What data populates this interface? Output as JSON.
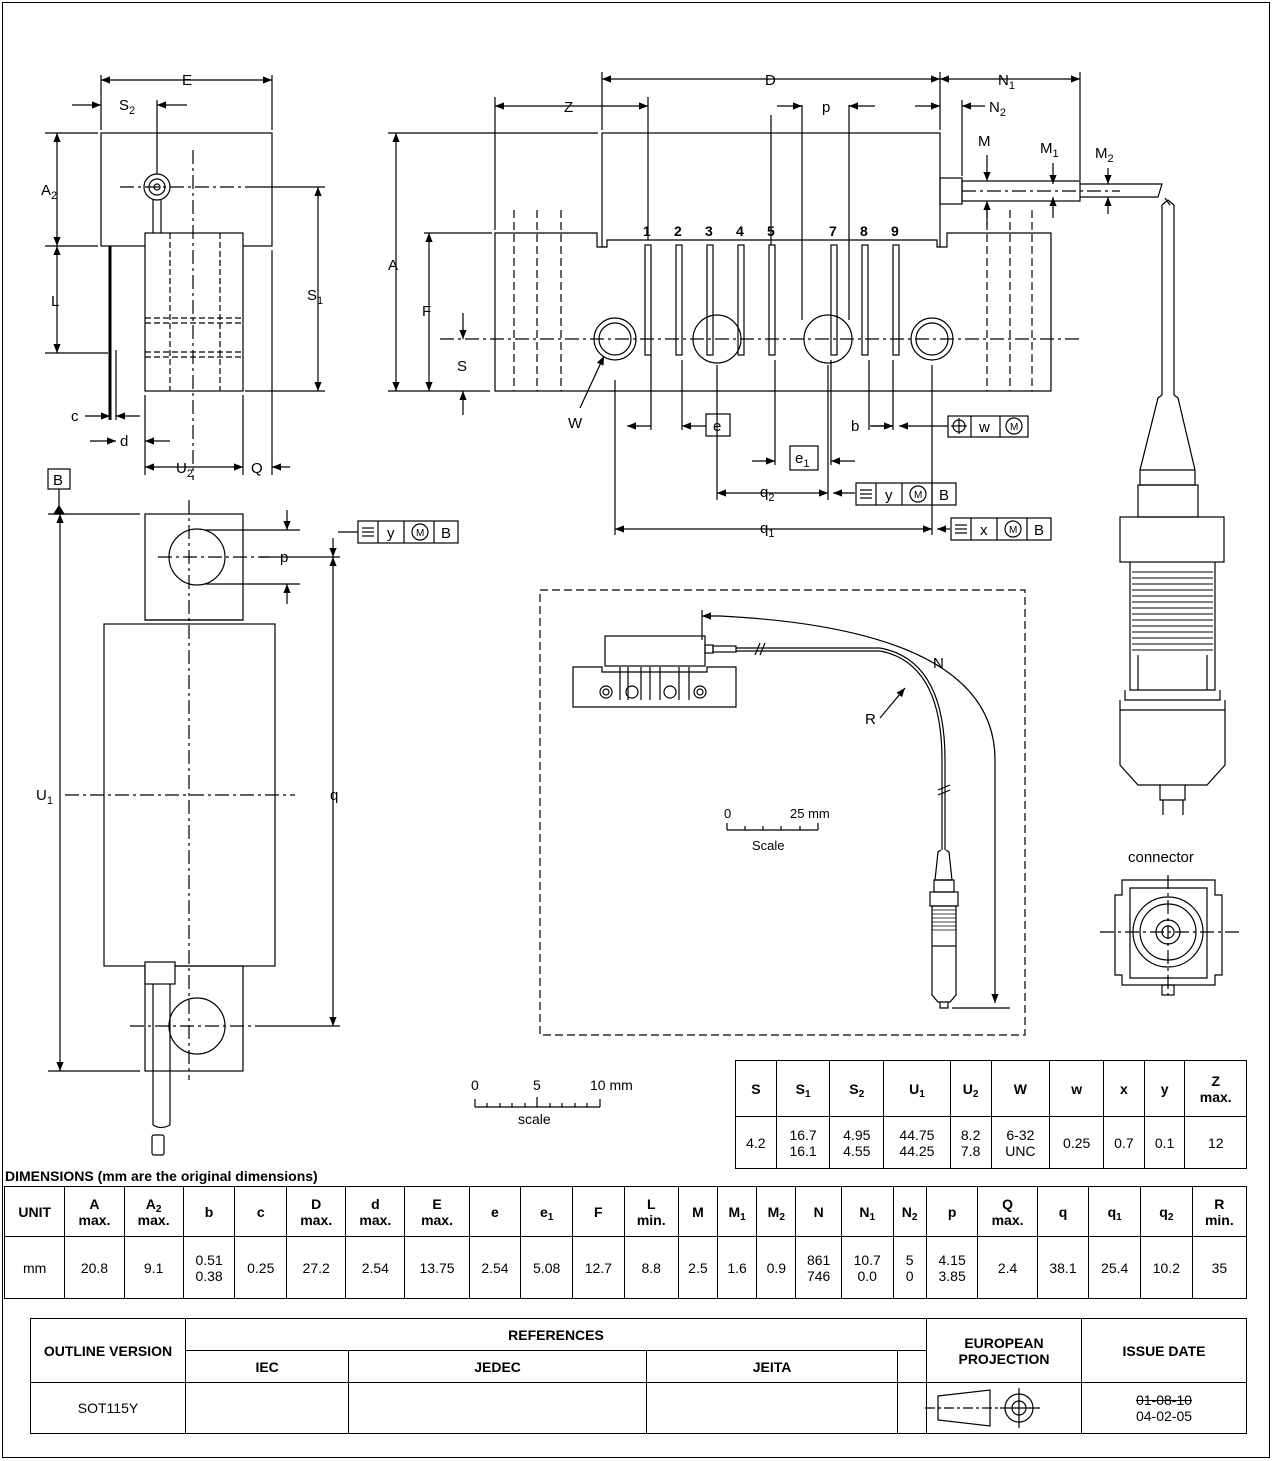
{
  "drawing": {
    "labels": {
      "E": "E",
      "S2": "S",
      "S2_sub": "2",
      "A2": "A",
      "A2_sub": "2",
      "L": "L",
      "S1": "S",
      "S1_sub": "1",
      "c": "c",
      "d": "d",
      "U2": "U",
      "U2_sub": "2",
      "Q": "Q",
      "B": "B",
      "U1": "U",
      "U1_sub": "1",
      "q": "q",
      "p_left": "p",
      "D": "D",
      "Z": "Z",
      "p_top": "p",
      "N1": "N",
      "N1_sub": "1",
      "N2": "N",
      "N2_sub": "2",
      "M": "M",
      "M1": "M",
      "M1_sub": "1",
      "M2": "M",
      "M2_sub": "2",
      "A": "A",
      "F": "F",
      "S": "S",
      "W": "W",
      "e": "e",
      "e1": "e",
      "e1_sub": "1",
      "b": "b",
      "q2": "q",
      "q2_sub": "2",
      "q1": "q",
      "q1_sub": "1",
      "N": "N",
      "R": "R",
      "connector": "connector",
      "scale_inner_0": "0",
      "scale_inner_25": "25 mm",
      "scale_inner_label": "Scale",
      "scale_0": "0",
      "scale_5": "5",
      "scale_10": "10 mm",
      "scale_label": "scale"
    },
    "pins": [
      "1",
      "2",
      "3",
      "4",
      "5",
      "7",
      "8",
      "9"
    ],
    "tolerance_frames": {
      "left": [
        "y",
        "M",
        "B"
      ],
      "q2": [
        "y",
        "M",
        "B"
      ],
      "q1": [
        "x",
        "M",
        "B"
      ],
      "w": [
        "w",
        "M"
      ]
    }
  },
  "small_table": {
    "headers": [
      [
        "S",
        ""
      ],
      [
        "S",
        "1"
      ],
      [
        "S",
        "2"
      ],
      [
        "U",
        "1"
      ],
      [
        "U",
        "2"
      ],
      [
        "W",
        ""
      ],
      [
        "w",
        ""
      ],
      [
        "x",
        ""
      ],
      [
        "y",
        ""
      ],
      [
        "Z",
        "max."
      ]
    ],
    "values": [
      [
        "4.2"
      ],
      [
        "16.7",
        "16.1"
      ],
      [
        "4.95",
        "4.55"
      ],
      [
        "44.75",
        "44.25"
      ],
      [
        "8.2",
        "7.8"
      ],
      [
        "6-32",
        "UNC"
      ],
      [
        "0.25"
      ],
      [
        "0.7"
      ],
      [
        "0.1"
      ],
      [
        "12"
      ]
    ]
  },
  "dimensions": {
    "title": "DIMENSIONS (mm are the original dimensions)",
    "headers": [
      [
        "UNIT",
        "",
        ""
      ],
      [
        "A",
        "",
        "max."
      ],
      [
        "A",
        "2",
        "max."
      ],
      [
        "b",
        "",
        ""
      ],
      [
        "c",
        "",
        ""
      ],
      [
        "D",
        "",
        "max."
      ],
      [
        "d",
        "",
        "max."
      ],
      [
        "E",
        "",
        "max."
      ],
      [
        "e",
        "",
        ""
      ],
      [
        "e",
        "1",
        ""
      ],
      [
        "F",
        "",
        ""
      ],
      [
        "L",
        "",
        "min."
      ],
      [
        "M",
        "",
        ""
      ],
      [
        "M",
        "1",
        ""
      ],
      [
        "M",
        "2",
        ""
      ],
      [
        "N",
        "",
        ""
      ],
      [
        "N",
        "1",
        ""
      ],
      [
        "N",
        "2",
        ""
      ],
      [
        "p",
        "",
        ""
      ],
      [
        "Q",
        "",
        "max."
      ],
      [
        "q",
        "",
        ""
      ],
      [
        "q",
        "1",
        ""
      ],
      [
        "q",
        "2",
        ""
      ],
      [
        "R",
        "",
        "min."
      ]
    ],
    "values": [
      [
        "mm"
      ],
      [
        "20.8"
      ],
      [
        "9.1"
      ],
      [
        "0.51",
        "0.38"
      ],
      [
        "0.25"
      ],
      [
        "27.2"
      ],
      [
        "2.54"
      ],
      [
        "13.75"
      ],
      [
        "2.54"
      ],
      [
        "5.08"
      ],
      [
        "12.7"
      ],
      [
        "8.8"
      ],
      [
        "2.5"
      ],
      [
        "1.6"
      ],
      [
        "0.9"
      ],
      [
        "861",
        "746"
      ],
      [
        "10.7",
        "0.0"
      ],
      [
        "5",
        "0"
      ],
      [
        "4.15",
        "3.85"
      ],
      [
        "2.4"
      ],
      [
        "38.1"
      ],
      [
        "25.4"
      ],
      [
        "10.2"
      ],
      [
        "35"
      ]
    ]
  },
  "outline": {
    "outline_version_label": "OUTLINE VERSION",
    "references_label": "REFERENCES",
    "iec_label": "IEC",
    "jedec_label": "JEDEC",
    "jeita_label": "JEITA",
    "projection_label": "EUROPEAN PROJECTION",
    "issue_date_label": "ISSUE DATE",
    "version": "SOT115Y",
    "iec": "",
    "jedec": "",
    "jeita": "",
    "extra": "",
    "issue_date_old": "01-08-10",
    "issue_date_new": "04-02-05"
  }
}
